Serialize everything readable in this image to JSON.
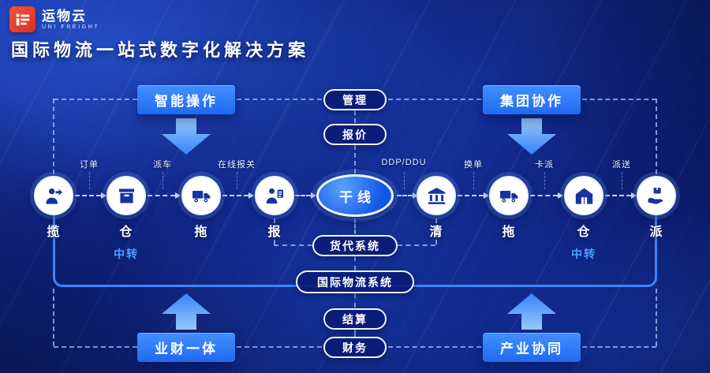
{
  "brand": {
    "name": "运物云",
    "subtitle": "UNI FREIGHT"
  },
  "title": "国际物流一站式数字化解决方案",
  "quadrants": {
    "top_left": "智能操作",
    "top_right": "集团协作",
    "bottom_left": "业财一体",
    "bottom_right": "产业协同"
  },
  "center_stack": {
    "management": "管理",
    "quotation": "报价",
    "hub": "干线",
    "forwarder_system": "货代系统",
    "intl_logistics_system": "国际物流系统",
    "settlement": "结算",
    "finance": "财务"
  },
  "flow_nodes": [
    {
      "label": "揽",
      "icon": "person-collect-icon"
    },
    {
      "label": "仓",
      "icon": "parcel-box-icon",
      "note": "中转"
    },
    {
      "label": "拖",
      "icon": "truck-icon"
    },
    {
      "label": "报",
      "icon": "customs-declare-icon"
    },
    {
      "label": "清",
      "icon": "customs-clearance-icon"
    },
    {
      "label": "拖",
      "icon": "truck-icon"
    },
    {
      "label": "仓",
      "icon": "warehouse-icon",
      "note": "中转"
    },
    {
      "label": "派",
      "icon": "delivery-icon"
    }
  ],
  "edge_labels": [
    "订单",
    "派车",
    "在线报关",
    "DDP/DDU",
    "换单",
    "卡派",
    "派送"
  ],
  "transfer_label": "中转",
  "colors": {
    "accent_blue": "#2d7bf6",
    "logo_red": "#e8432b",
    "transfer_text": "#4e9bff",
    "background": "#0f2490",
    "line_dashed": "#a8c8ff",
    "line_solid": "#3c86ff"
  }
}
